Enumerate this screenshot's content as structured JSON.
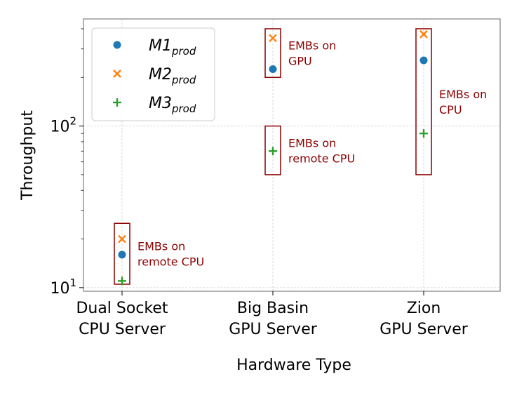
{
  "chart_data": {
    "type": "scatter",
    "title": "",
    "xlabel": "Hardware Type",
    "ylabel": "Throughput",
    "yscale": "log",
    "ylim": [
      9.5,
      460
    ],
    "grid": true,
    "legend_placement": "top-left",
    "categories": [
      {
        "lines": [
          "Dual Socket",
          "CPU Server"
        ]
      },
      {
        "lines": [
          "Big Basin",
          "GPU Server"
        ]
      },
      {
        "lines": [
          "Zion",
          "GPU Server"
        ]
      }
    ],
    "y_ticks": [
      {
        "base": "10",
        "exp": "1"
      },
      {
        "base": "10",
        "exp": "2"
      }
    ],
    "series": [
      {
        "legend": {
          "base": "M1",
          "sub": "prod"
        },
        "marker": "circle",
        "color": "#1f77b4",
        "values": [
          16,
          225,
          255
        ]
      },
      {
        "legend": {
          "base": "M2",
          "sub": "prod"
        },
        "marker": "x",
        "color": "#ff7f0e",
        "values": [
          20,
          350,
          370
        ]
      },
      {
        "legend": {
          "base": "M3",
          "sub": "prod"
        },
        "marker": "plus",
        "color": "#2ca02c",
        "values": [
          11,
          70,
          90
        ]
      }
    ],
    "annotations": [
      {
        "category": 0,
        "y_range": [
          10.5,
          25
        ],
        "lines": [
          "EMBs on",
          "remote CPU"
        ]
      },
      {
        "category": 1,
        "y_range": [
          200,
          400
        ],
        "lines": [
          "EMBs on",
          "GPU"
        ]
      },
      {
        "category": 1,
        "y_range": [
          50,
          100
        ],
        "lines": [
          "EMBs on",
          "remote CPU"
        ]
      },
      {
        "category": 2,
        "y_range": [
          50,
          400
        ],
        "lines": [
          "EMBs on",
          "CPU"
        ]
      }
    ],
    "annotation_color": "#8b0000"
  }
}
